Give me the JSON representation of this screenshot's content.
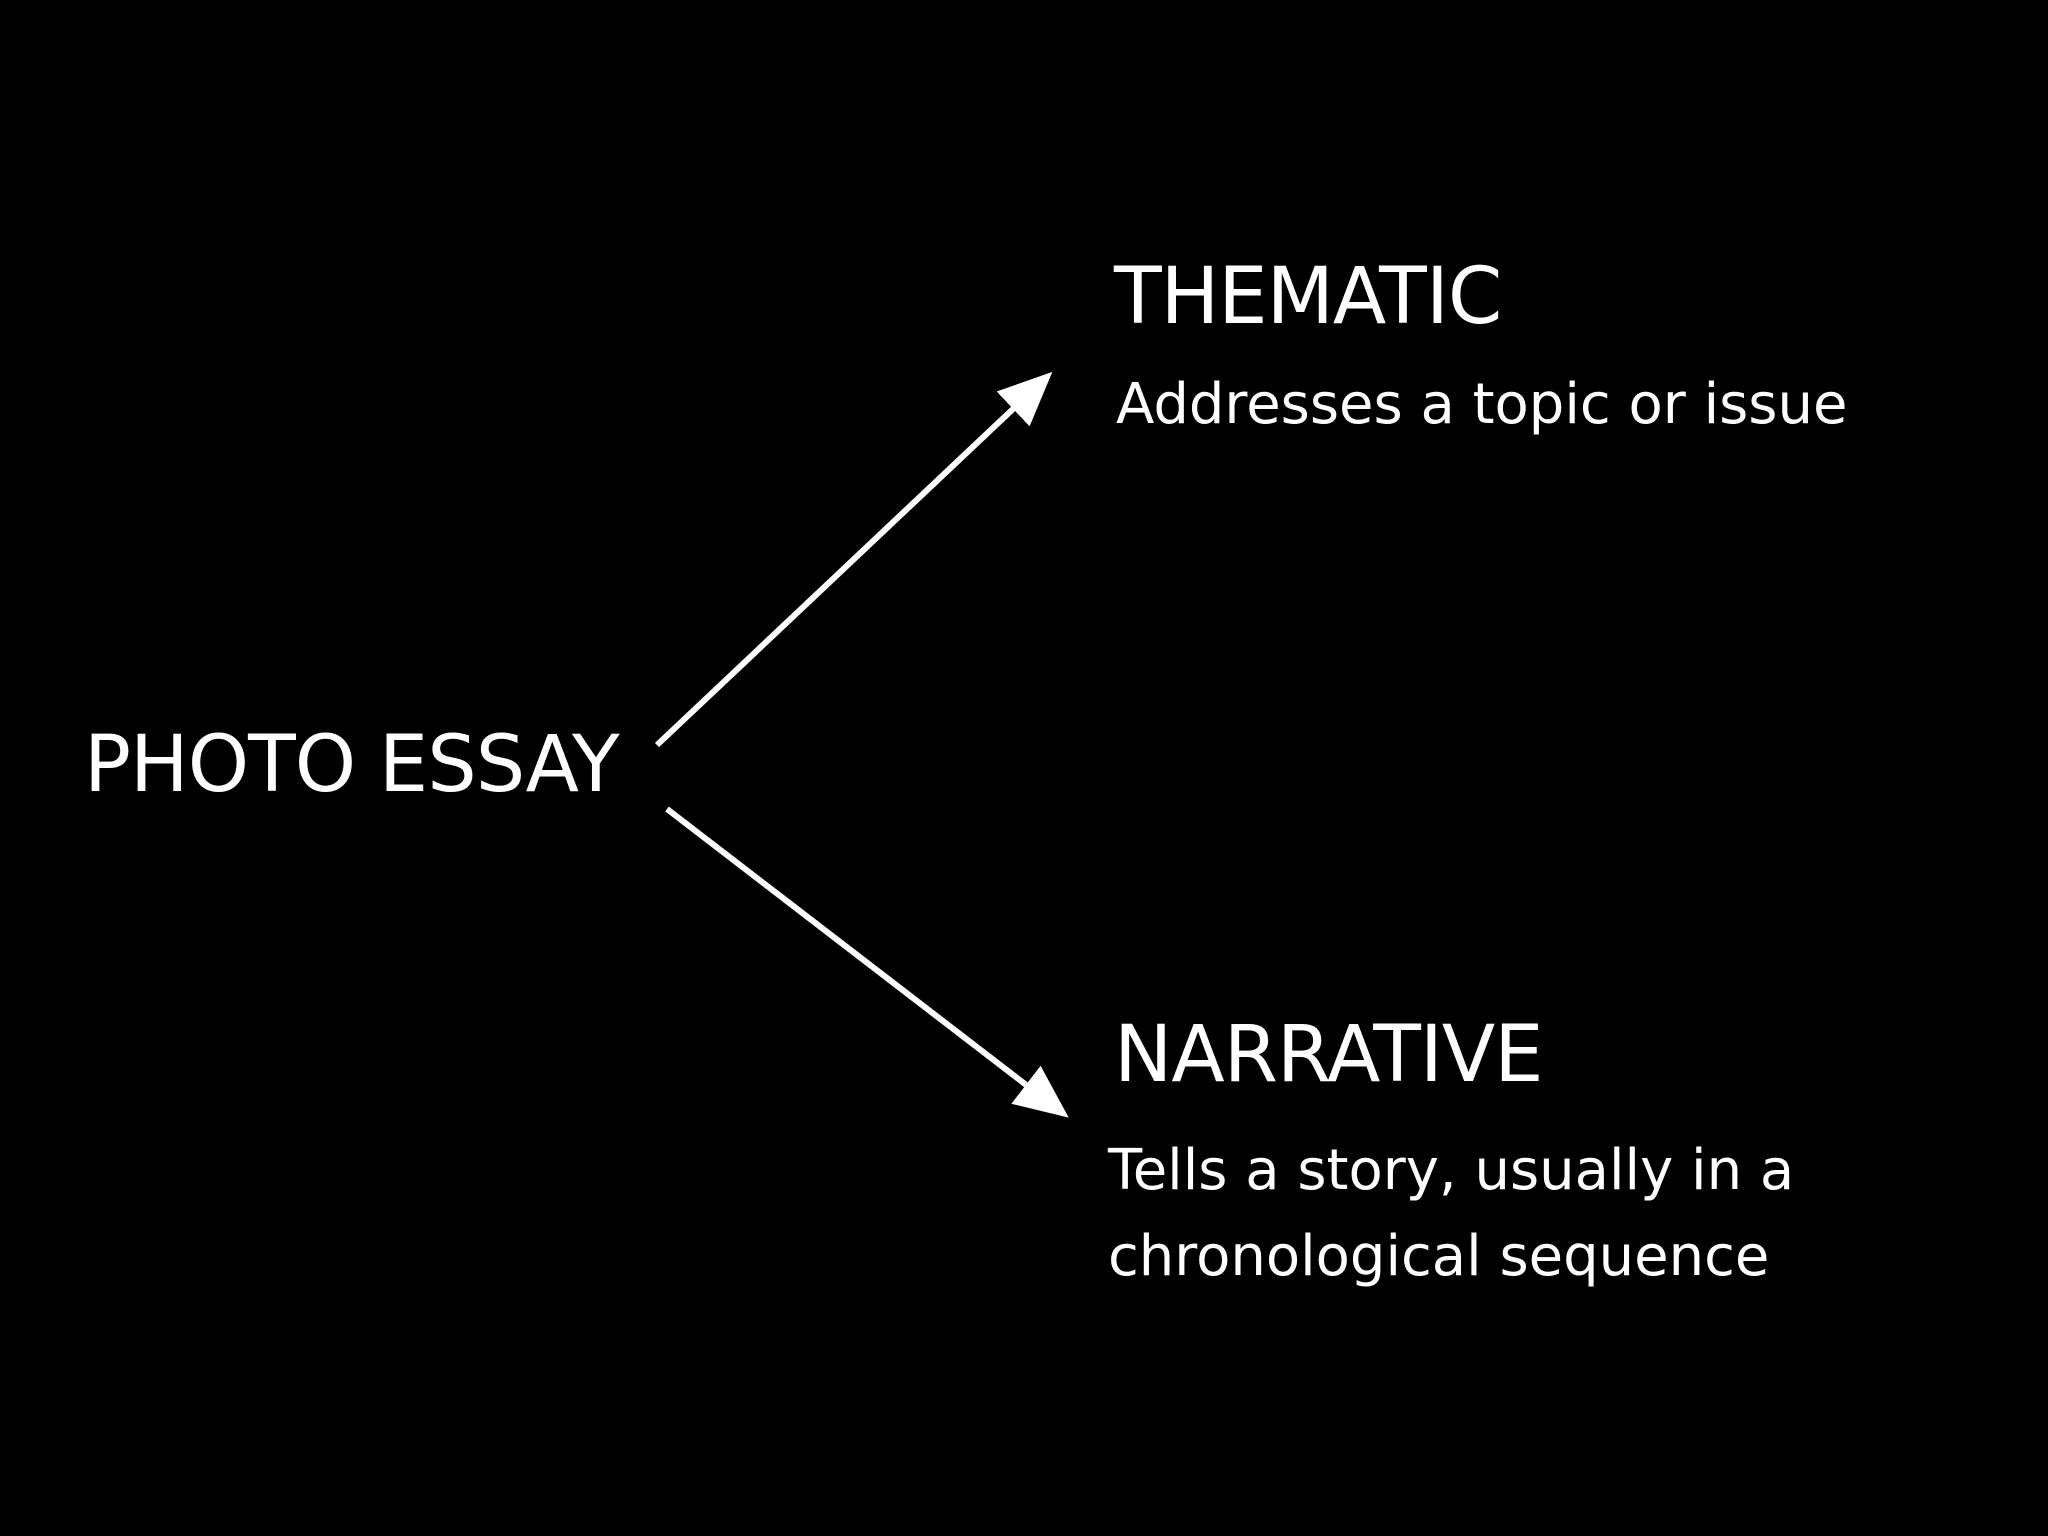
{
  "diagram": {
    "root": {
      "label": "PHOTO ESSAY"
    },
    "branches": [
      {
        "title": "THEMATIC",
        "description": "Addresses a topic or issue"
      },
      {
        "title": "NARRATIVE",
        "description_line1": "Tells a story, usually in a",
        "description_line2": "chronological sequence"
      }
    ]
  },
  "colors": {
    "background": "#000000",
    "text": "#ffffff",
    "arrow": "#ffffff"
  }
}
